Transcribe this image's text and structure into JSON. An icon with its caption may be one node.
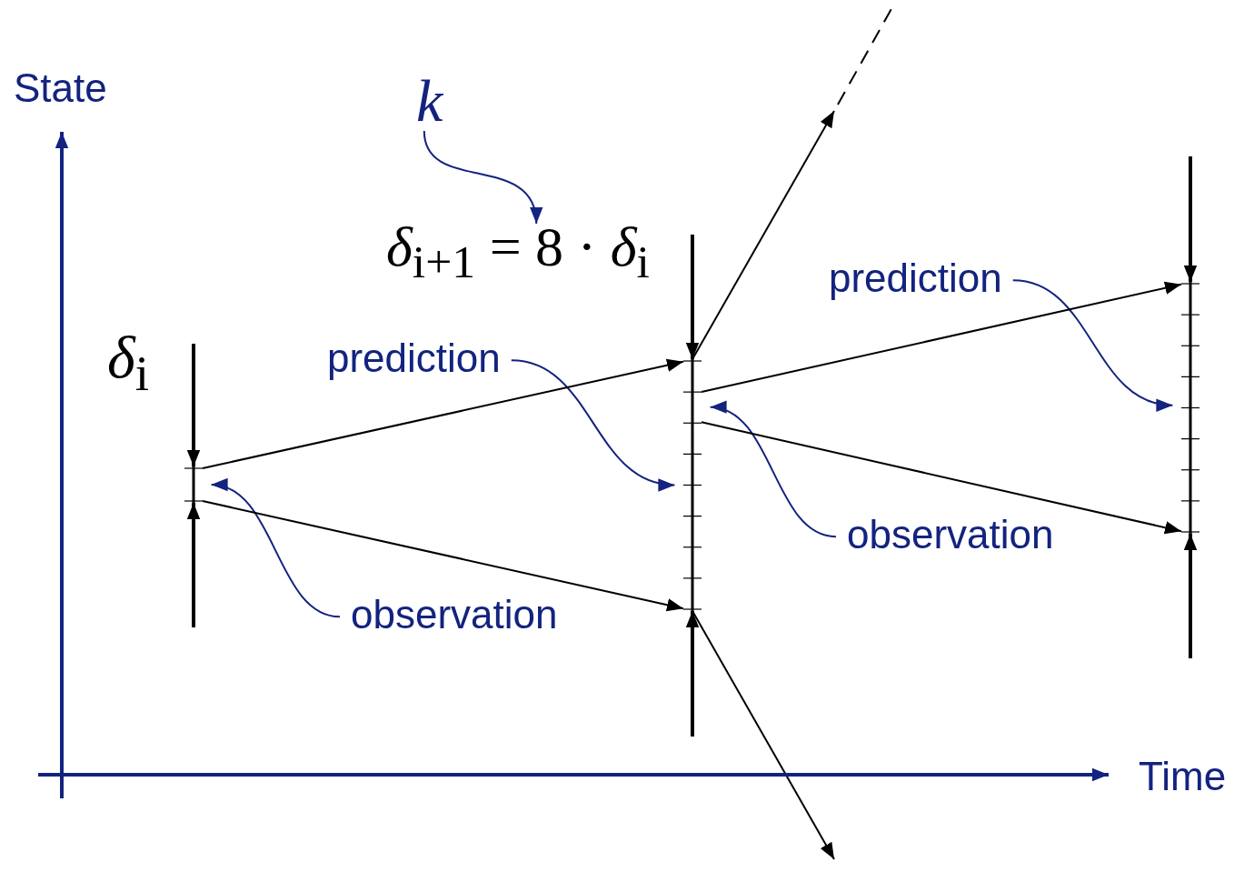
{
  "diagram": {
    "nodes": [
      {
        "text": [
          "k"
        ]
      },
      {
        "text": [
          "*δ*$_{i+1}$ = 8 · *δ*$_{i}$"
        ]
      },
      {
        "text": [],
        "shape": "bar"
      },
      {
        "text": [],
        "shape": "bar"
      },
      {
        "text": [],
        "shape": "bar"
      },
      {
        "text": [
          "prediction"
        ]
      },
      {
        "text": [
          "observation"
        ]
      },
      {
        "text": [
          "prediction"
        ]
      },
      {
        "text": [
          "observation"
        ]
      }
    ],
    "edges": [
      {
        "from": 0,
        "to": 1,
        "arrow": "to",
        "color": "#13237f"
      },
      {
        "from": 5,
        "to": 3,
        "arrow": "to",
        "color": "#13237f"
      },
      {
        "from": 6,
        "to": 2,
        "arrow": "to",
        "color": "#13237f"
      },
      {
        "from": 7,
        "to": 4,
        "arrow": "to",
        "color": "#13237f"
      },
      {
        "from": 8,
        "to": 3,
        "arrow": "to",
        "color": "#13237f"
      },
      {
        "from": 2,
        "to": 3,
        "arrow": "to"
      },
      {
        "from": 2,
        "to": 3,
        "arrow": "to"
      },
      {
        "from": 3,
        "to": 4,
        "arrow": "to"
      },
      {
        "from": 3,
        "to": 4,
        "arrow": "to"
      },
      {
        "from": 3,
        "to": null,
        "arrow": "to"
      },
      {
        "from": 3,
        "to": null,
        "arrow": "to"
      }
    ],
    "labels": [
      "State",
      "*δ*$_{i}$",
      "Time"
    ]
  }
}
